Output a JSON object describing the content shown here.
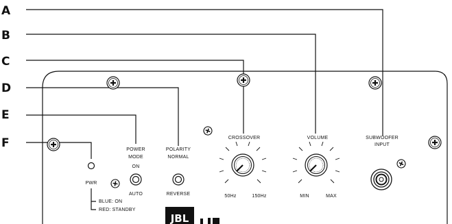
{
  "callouts": {
    "a": "A",
    "b": "B",
    "c": "C",
    "d": "D",
    "e": "E",
    "f": "F"
  },
  "panel": {
    "crossover_label": "CROSSOVER",
    "crossover_min": "50Hz",
    "crossover_max": "150Hz",
    "volume_label": "VOLUME",
    "volume_min": "MIN",
    "volume_max": "MAX",
    "sub_input_line1": "SUBWOOFER",
    "sub_input_line2": "INPUT",
    "power_mode_line1": "POWER",
    "power_mode_line2": "MODE",
    "power_mode_on": "ON",
    "power_mode_auto": "AUTO",
    "polarity_line1": "POLARITY",
    "polarity_line2": "NORMAL",
    "polarity_reverse": "REVERSE",
    "pwr_label": "PWR",
    "led_blue": "BLUE: ON",
    "led_red": "RED: STANDBY",
    "logo": "JBL"
  }
}
